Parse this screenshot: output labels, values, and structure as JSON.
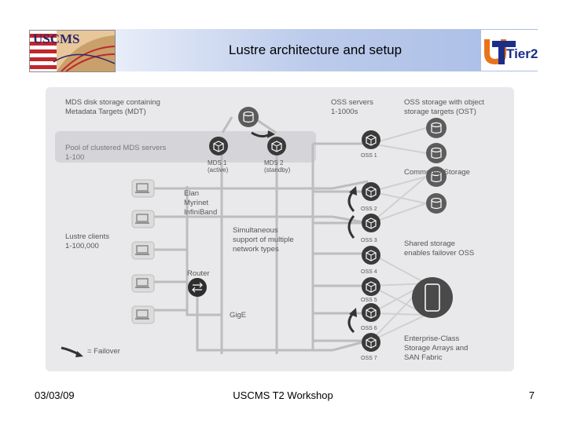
{
  "slide": {
    "title": "Lustre architecture and setup",
    "date": "03/03/09",
    "event": "USCMS T2 Workshop",
    "page_number": "7"
  },
  "logos": {
    "left": "USCMS",
    "right": "Tier2"
  },
  "diagram": {
    "mds_storage": [
      "MDS disk storage containing",
      "Metadata Targets (MDT)"
    ],
    "mds_pool": [
      "Pool of clustered MDS servers",
      "1-100"
    ],
    "mds1": [
      "MDS 1",
      "(active)"
    ],
    "mds2": [
      "MDS 2",
      "(standby)"
    ],
    "oss_servers": [
      "OSS servers",
      "1-1000s"
    ],
    "oss_storage": [
      "OSS storage with object",
      "storage targets (OST)"
    ],
    "commodity_storage": "Commodity Storage",
    "networks": [
      "Elan",
      "Myrinet",
      "InfiniBand"
    ],
    "simultaneous": [
      "Simultaneous",
      "support of multiple",
      "network types"
    ],
    "lustre_clients": [
      "Lustre clients",
      "1-100,000"
    ],
    "router": "Router",
    "gige": "GigE",
    "shared_storage": [
      "Shared storage",
      "enables failover OSS"
    ],
    "enterprise": [
      "Enterprise-Class",
      "Storage Arrays and",
      "SAN Fabric"
    ],
    "failover": "= Failover",
    "oss_labels": [
      "OSS 1",
      "OSS 2",
      "OSS 3",
      "OSS 4",
      "OSS 5",
      "OSS 6",
      "OSS 7"
    ],
    "colors": {
      "panel": "#e9e9eb",
      "band": "#d7d7db",
      "line": "#bcbcbc",
      "node": "#3c3c3c",
      "text": "#555555"
    }
  }
}
